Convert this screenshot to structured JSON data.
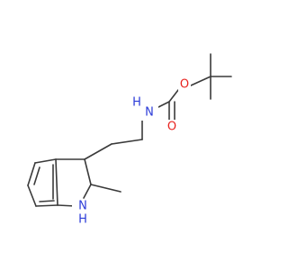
{
  "molecule": {
    "atoms": {
      "carbonyl_oxygen": {
        "symbol": "O",
        "color": "#e8221e"
      },
      "ester_oxygen": {
        "symbol": "O",
        "color": "#e8221e"
      },
      "carbamate_nitrogen": {
        "symbol": "N",
        "color": "#2b3bd8"
      },
      "carbamate_hydrogen": {
        "symbol": "H",
        "color": "#2b3bd8"
      },
      "indoline_nitrogen": {
        "symbol": "N",
        "color": "#2b3bd8"
      },
      "indoline_hydrogen": {
        "symbol": "H",
        "color": "#2b3bd8"
      }
    },
    "bond_color": "#3a3a3a",
    "background": "#ffffff"
  }
}
